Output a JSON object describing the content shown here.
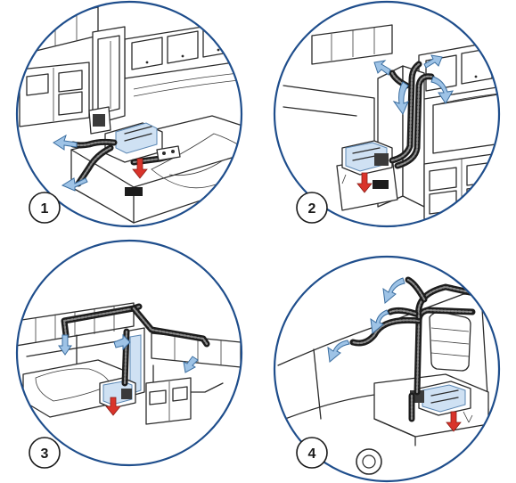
{
  "figure": {
    "panels": [
      {
        "number": "1"
      },
      {
        "number": "2"
      },
      {
        "number": "3"
      },
      {
        "number": "4"
      }
    ],
    "colors": {
      "ring": "#1f4e8c",
      "airflow_arrow": "#9ec3e6",
      "heater_unit": "#cfe1f3",
      "inlet_arrow": "#d9342b",
      "line_art": "#2b2b2b"
    }
  }
}
